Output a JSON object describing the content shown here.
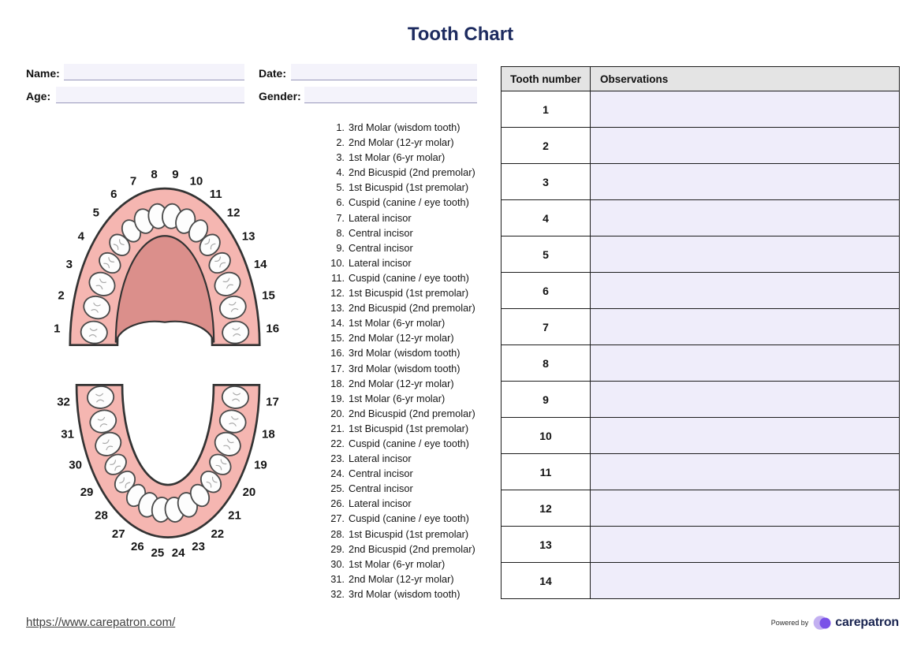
{
  "title": "Tooth Chart",
  "form": {
    "name_label": "Name:",
    "date_label": "Date:",
    "age_label": "Age:",
    "gender_label": "Gender:",
    "name_value": "",
    "date_value": "",
    "age_value": "",
    "gender_value": ""
  },
  "diagram": {
    "upper_labels": [
      "1",
      "2",
      "3",
      "4",
      "5",
      "6",
      "7",
      "8",
      "9",
      "10",
      "11",
      "12",
      "13",
      "14",
      "15",
      "16"
    ],
    "lower_labels": [
      "32",
      "31",
      "30",
      "29",
      "28",
      "27",
      "26",
      "25",
      "24",
      "23",
      "22",
      "21",
      "20",
      "19",
      "18",
      "17"
    ]
  },
  "tooth_list": [
    {
      "n": "1.",
      "label": "3rd Molar (wisdom tooth)"
    },
    {
      "n": "2.",
      "label": "2nd Molar (12-yr molar)"
    },
    {
      "n": "3.",
      "label": "1st Molar (6-yr molar)"
    },
    {
      "n": "4.",
      "label": "2nd Bicuspid (2nd premolar)"
    },
    {
      "n": "5.",
      "label": "1st Bicuspid (1st premolar)"
    },
    {
      "n": "6.",
      "label": "Cuspid (canine / eye tooth)"
    },
    {
      "n": "7.",
      "label": "Lateral incisor"
    },
    {
      "n": "8.",
      "label": "Central incisor"
    },
    {
      "n": "9.",
      "label": "Central incisor"
    },
    {
      "n": "10.",
      "label": "Lateral incisor"
    },
    {
      "n": "11.",
      "label": "Cuspid (canine / eye tooth)"
    },
    {
      "n": "12.",
      "label": "1st Bicuspid (1st premolar)"
    },
    {
      "n": "13.",
      "label": "2nd Bicuspid (2nd premolar)"
    },
    {
      "n": "14.",
      "label": "1st Molar (6-yr molar)"
    },
    {
      "n": "15.",
      "label": "2nd Molar (12-yr molar)"
    },
    {
      "n": "16.",
      "label": "3rd Molar (wisdom tooth)"
    },
    {
      "n": "17.",
      "label": "3rd Molar (wisdom tooth)"
    },
    {
      "n": "18.",
      "label": "2nd Molar (12-yr molar)"
    },
    {
      "n": "19.",
      "label": "1st Molar (6-yr molar)"
    },
    {
      "n": "20.",
      "label": "2nd Bicuspid (2nd premolar)"
    },
    {
      "n": "21.",
      "label": "1st Bicuspid (1st premolar)"
    },
    {
      "n": "22.",
      "label": "Cuspid (canine / eye tooth)"
    },
    {
      "n": "23.",
      "label": "Lateral incisor"
    },
    {
      "n": "24.",
      "label": "Central incisor"
    },
    {
      "n": "25.",
      "label": "Central incisor"
    },
    {
      "n": "26.",
      "label": "Lateral incisor"
    },
    {
      "n": "27.",
      "label": "Cuspid (canine / eye tooth)"
    },
    {
      "n": "28.",
      "label": "1st Bicuspid (1st premolar)"
    },
    {
      "n": "29.",
      "label": "2nd Bicuspid (2nd premolar)"
    },
    {
      "n": "30.",
      "label": "1st Molar (6-yr molar)"
    },
    {
      "n": "31.",
      "label": "2nd Molar (12-yr molar)"
    },
    {
      "n": "32.",
      "label": "3rd Molar (wisdom tooth)"
    }
  ],
  "table": {
    "headers": [
      "Tooth number",
      "Observations"
    ],
    "rows": [
      {
        "number": "1",
        "observation": ""
      },
      {
        "number": "2",
        "observation": ""
      },
      {
        "number": "3",
        "observation": ""
      },
      {
        "number": "4",
        "observation": ""
      },
      {
        "number": "5",
        "observation": ""
      },
      {
        "number": "6",
        "observation": ""
      },
      {
        "number": "7",
        "observation": ""
      },
      {
        "number": "8",
        "observation": ""
      },
      {
        "number": "9",
        "observation": ""
      },
      {
        "number": "10",
        "observation": ""
      },
      {
        "number": "11",
        "observation": ""
      },
      {
        "number": "12",
        "observation": ""
      },
      {
        "number": "13",
        "observation": ""
      },
      {
        "number": "14",
        "observation": ""
      }
    ]
  },
  "footer": {
    "link": "https://www.carepatron.com/",
    "powered_by": "Powered by",
    "logo_text": "carepatron"
  },
  "colors": {
    "title-navy": "#1d2b5f",
    "arch-pink": "#f5b6b1",
    "palate-pink": "#db8f8b",
    "cell-lavender": "#efedfa",
    "header-gray": "#e4e4e4",
    "input-lavender": "#f4f3fb",
    "logo-purple": "#7a52e8",
    "logo-lilac": "#c3b0f1",
    "link-gray": "#404040"
  }
}
